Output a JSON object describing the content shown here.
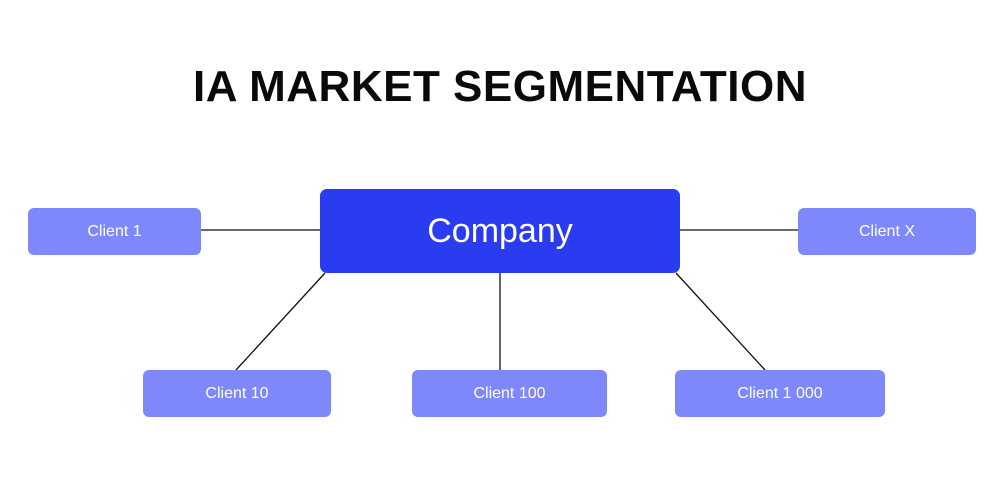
{
  "title": "IA MARKET SEGMENTATION",
  "colors": {
    "main_node": "#2a3cf0",
    "client_node": "#7f88fa",
    "link": "#111111",
    "text": "#ffffff"
  },
  "diagram": {
    "root": {
      "id": "company",
      "label": "Company"
    },
    "clients": [
      {
        "id": "client-1",
        "label": "Client 1"
      },
      {
        "id": "client-x",
        "label": "Client X"
      },
      {
        "id": "client-10",
        "label": "Client 10"
      },
      {
        "id": "client-100",
        "label": "Client 100"
      },
      {
        "id": "client-1000",
        "label": "Client 1 000"
      }
    ],
    "edges": [
      [
        "company",
        "client-1"
      ],
      [
        "company",
        "client-x"
      ],
      [
        "company",
        "client-10"
      ],
      [
        "company",
        "client-100"
      ],
      [
        "company",
        "client-1000"
      ]
    ]
  }
}
